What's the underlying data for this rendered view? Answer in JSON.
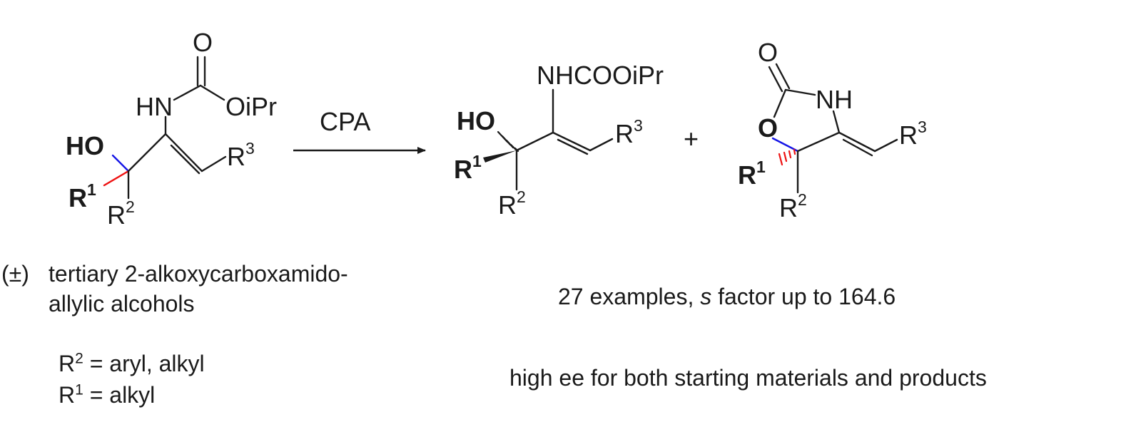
{
  "colors": {
    "ink": "#1a1a1a",
    "hydroxyl": "#1515e6",
    "r1": "#ee1111"
  },
  "labels": {
    "O": "O",
    "HN": "HN",
    "NH": "NH",
    "OiPr": "OiPr",
    "HO": "HO",
    "R": "R",
    "one": "1",
    "two": "2",
    "three": "3",
    "reagent": "CPA",
    "plus": "+",
    "NHCOOiPr": "NHCOOiPr"
  },
  "captions": {
    "racemic": "(±)",
    "substrate_line1": "tertiary 2-alkoxycarboxamido-",
    "substrate_line2": "allylic alcohols",
    "r2_prefix": "R",
    "r2_sup": "2",
    "r2_def": " = aryl, alkyl",
    "r1_prefix": "R",
    "r1_sup": "1",
    "r1_def": " = alkyl",
    "examples_pre": "27 examples, ",
    "examples_s": "s",
    "examples_post": " factor up to 164.6",
    "ee": "high ee for both starting materials and products"
  }
}
